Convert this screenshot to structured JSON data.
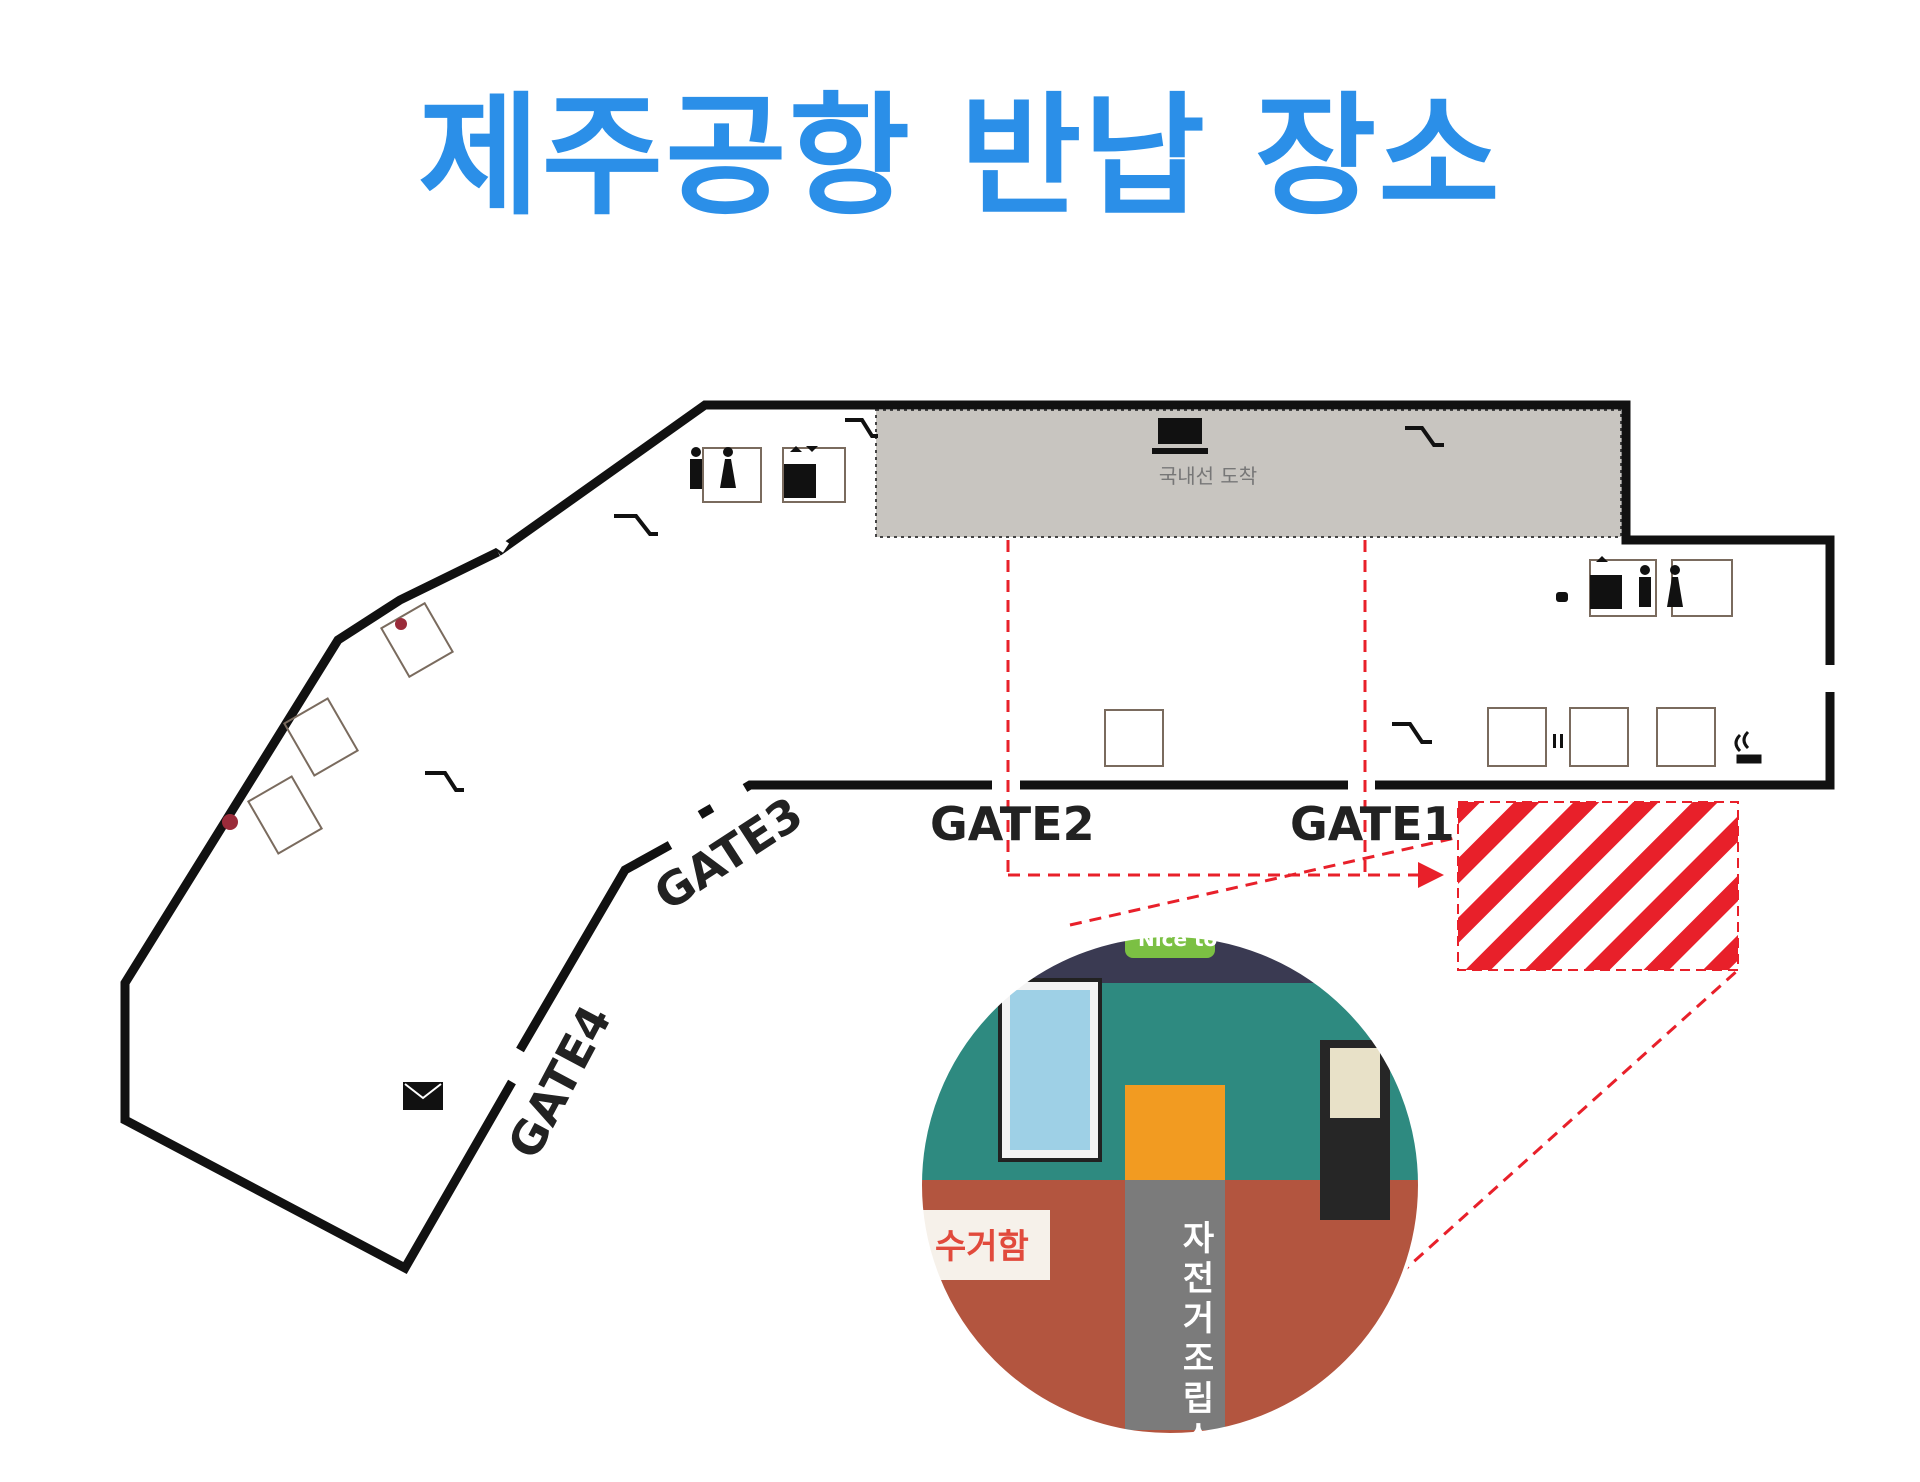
{
  "title": "제주공항 반납 장소",
  "map": {
    "area_label": "국내선 도착",
    "gates": [
      "GATE1",
      "GATE2",
      "GATE3",
      "GATE4"
    ],
    "icons": [
      "restroom-icon",
      "elevator-icon",
      "escalator-icon",
      "baggage-icon",
      "cafe-icon",
      "smoking-icon",
      "mail-icon",
      "restaurant-icon",
      "location-pin-icon"
    ],
    "colors": {
      "title": "#2b8fe8",
      "walls": "#111111",
      "arrival_area": "#c8c5c0",
      "route": "#e8202a",
      "return_spot": "#e8202a"
    }
  },
  "photo": {
    "sign_text": "자전거조립소",
    "banner_text": "수거함",
    "screen_text": "Nice to",
    "colors": {
      "sign_orange": "#f29b21",
      "sign_gray": "#7b7b7b",
      "wall_teal": "#2e8a80",
      "floor": "#b3553f",
      "ceiling": "#3a3a52"
    }
  }
}
